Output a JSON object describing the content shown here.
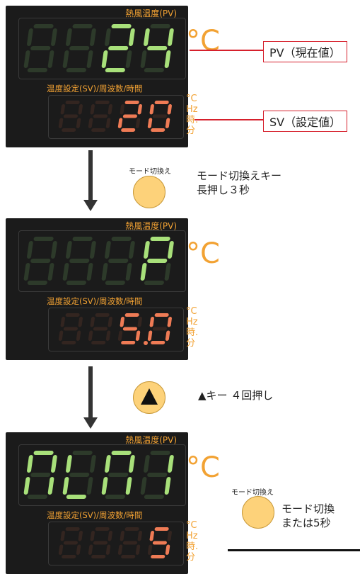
{
  "colors": {
    "pv_on": "#a8e07a",
    "pv_off": "#2d3a2a",
    "sv_on": "#ef7b55",
    "sv_off": "#332520",
    "label": "#f2a233",
    "callout": "#d6202c"
  },
  "panels": [
    {
      "pv_title": "熱風温度(PV)",
      "sv_title": "温度設定(SV)/周波数/時間",
      "pv_digits": [
        "",
        "",
        "2",
        "4"
      ],
      "sv_digits": [
        "",
        "",
        "2",
        "0"
      ],
      "sv_dot": false,
      "unit_c": "°C",
      "unit_small": [
        "°C",
        "Hz",
        "時.分"
      ]
    },
    {
      "pv_title": "熱風温度(PV)",
      "sv_title": "温度設定(SV)/周波数/時間",
      "pv_digits": [
        "",
        "",
        "",
        "P"
      ],
      "sv_digits": [
        "",
        "",
        "5",
        "0"
      ],
      "sv_dot": true,
      "unit_c": "°C",
      "unit_small": [
        "°C",
        "Hz",
        "時.分"
      ]
    },
    {
      "pv_title": "熱風温度(PV)",
      "sv_title": "温度設定(SV)/周波数/時間",
      "pv_digits": [
        "n",
        "L",
        "n",
        "1"
      ],
      "sv_digits": [
        "",
        "",
        "",
        "5"
      ],
      "sv_dot": false,
      "unit_c": "°C",
      "unit_small": [
        "°C",
        "Hz",
        "時.分"
      ]
    }
  ],
  "callouts": {
    "pv": "PV（現在値）",
    "sv": "SV（設定値）"
  },
  "steps": [
    {
      "key_caption": "モード切換え",
      "note_line1": "モード切換えキー",
      "note_line2": "長押し３秒"
    },
    {
      "key_icon": "triangle-up-icon",
      "note": "▲キー ４回押し"
    },
    {
      "key_caption": "モード切換え",
      "note_line1": "モード切換",
      "note_line2": "または5秒"
    }
  ]
}
